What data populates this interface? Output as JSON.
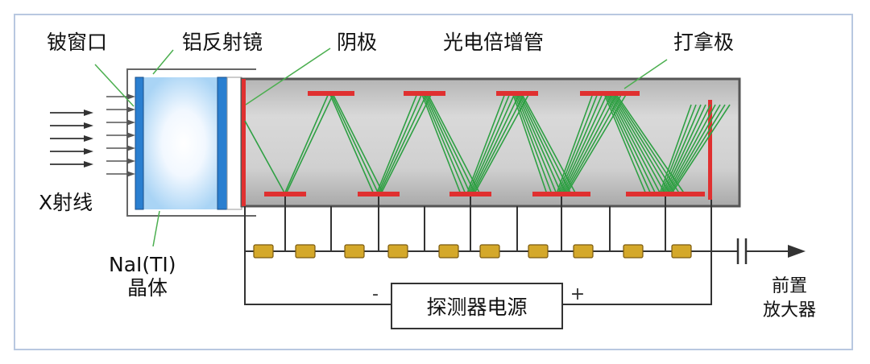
{
  "labels": {
    "be_window": "铍窗口",
    "al_mirror": "铝反射镜",
    "cathode": "阴极",
    "pmt": "光电倍增管",
    "dynode": "打拿极",
    "xray": "X射线",
    "crystal_line1": "NaI(TI)",
    "crystal_line2": "晶体",
    "power_supply": "探测器电源",
    "minus": "-",
    "plus": "+",
    "preamp_line1": "前置",
    "preamp_line2": "放大器"
  },
  "colors": {
    "frame_border": "#b8c8e0",
    "tube_fill": "#c8c8c8",
    "tube_border": "#555555",
    "window_blue": "#2a7fd0",
    "electrode_red": "#e03030",
    "electron_green": "#2ea043",
    "resistor": "#d4a82a",
    "wire": "#333333",
    "leader_green": "#4caf50"
  }
}
